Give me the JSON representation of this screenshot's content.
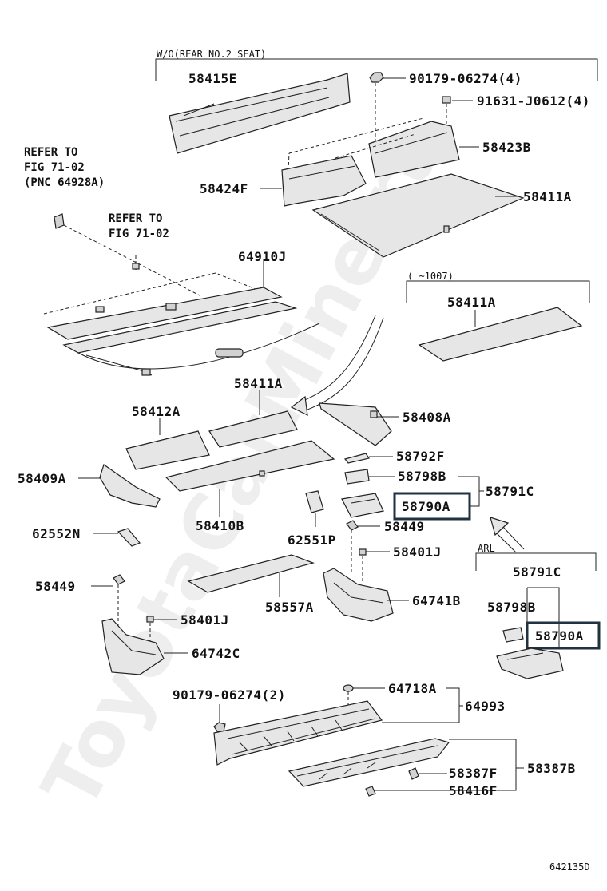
{
  "diagram": {
    "watermark": "ToyotaCarMine.ru",
    "code": "642135D",
    "condition_labels": {
      "wo_rear_no2_seat": "W/O(REAR NO.2 SEAT)",
      "date_range": "(  ~1007)",
      "arl": "ARL"
    },
    "refer_notes": [
      [
        "REFER TO",
        "FIG 71-02",
        "(PNC 64928A)"
      ],
      [
        "REFER TO",
        "FIG 71-02"
      ]
    ],
    "part_numbers": {
      "p58415E": "58415E",
      "p90179_06274_4": "90179-06274(4)",
      "p91631_J0612_4": "91631-J0612(4)",
      "p58423B": "58423B",
      "p58424F": "58424F",
      "p58411A_top": "58411A",
      "p64910J": "64910J",
      "p58411A_mid": "58411A",
      "p58411A_center": "58411A",
      "p58412A": "58412A",
      "p58408A": "58408A",
      "p58792F": "58792F",
      "p58409A": "58409A",
      "p58798B": "58798B",
      "p58791C": "58791C",
      "p58790A": "58790A",
      "p58410B": "58410B",
      "p62552N": "62552N",
      "p58449_right": "58449",
      "p62551P": "62551P",
      "p58401J_right": "58401J",
      "p58449_left": "58449",
      "p58557A": "58557A",
      "p64741B": "64741B",
      "p58401J_left": "58401J",
      "p64742C": "64742C",
      "p58791C_arl": "58791C",
      "p58798B_arl": "58798B",
      "p58790A_arl": "58790A",
      "p90179_06274_2": "90179-06274(2)",
      "p64718A": "64718A",
      "p64993": "64993",
      "p58387B": "58387B",
      "p58387F": "58387F",
      "p58416F": "58416F"
    },
    "highlight_color": "#22313f"
  }
}
